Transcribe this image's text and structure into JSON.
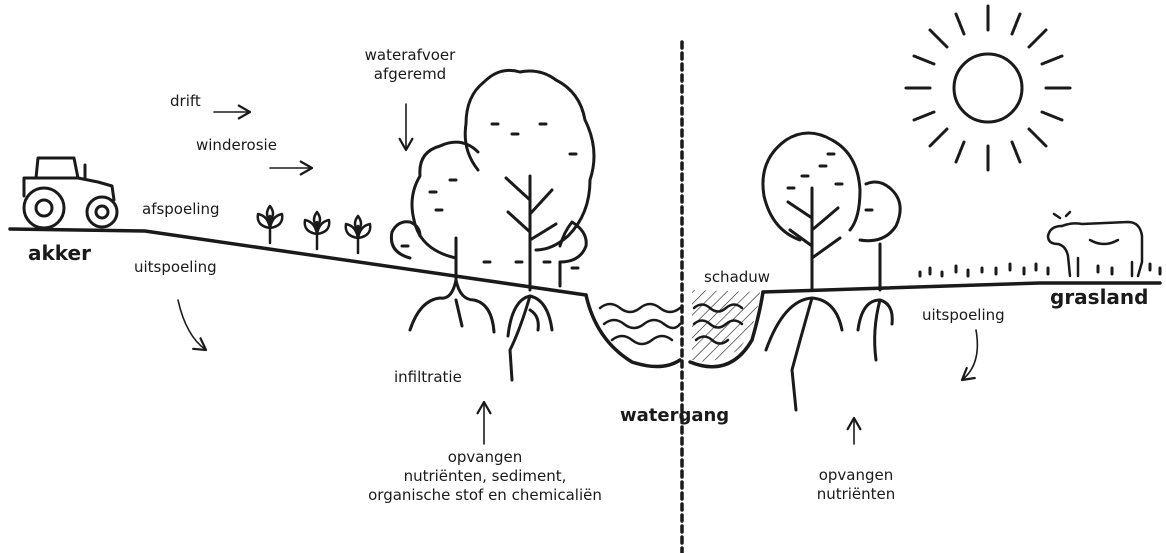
{
  "left": {
    "field_label": "akker",
    "drift": "drift",
    "wind_erosion": "winderosie",
    "runoff": "afspoeling",
    "leaching": "uitspoeling",
    "water_runoff_lines": [
      "waterafvoer",
      "afgeremd"
    ],
    "infiltration": "infiltratie",
    "capture_lines": [
      "opvangen",
      "nutriënten, sediment,",
      "organische stof en chemicaliën"
    ]
  },
  "center": {
    "water_label": "watergang"
  },
  "right": {
    "shade": "schaduw",
    "field_label": "grasland",
    "leaching": "uitspoeling",
    "capture_lines": [
      "opvangen",
      "nutriënten"
    ]
  }
}
